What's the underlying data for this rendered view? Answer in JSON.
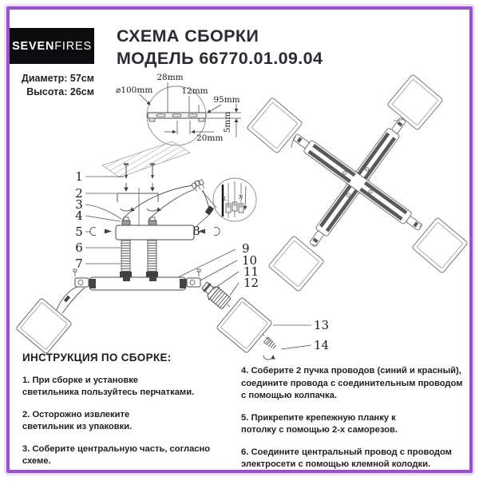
{
  "brand": {
    "logo_bold": "SEVEN",
    "logo_light": "FIRES"
  },
  "header": {
    "title_line1": "СХЕМА СБОРКИ",
    "title_line2": "МОДЕЛЬ 66770.01.09.04",
    "diameter": "Диаметр: 57см",
    "height": "Высота: 26см"
  },
  "diagram": {
    "dims": {
      "d28": "28mm",
      "d100": "⌀100mm",
      "d12": "12mm",
      "d95": "95mm",
      "d20": "20mm",
      "d5": "5mm"
    },
    "callouts": [
      "1",
      "2",
      "3",
      "4",
      "5",
      "6",
      "7",
      "8",
      "9",
      "10",
      "11",
      "12",
      "13",
      "14"
    ],
    "terminal": {
      "l": "L",
      "n": "N"
    }
  },
  "instructions": {
    "heading": "ИНСТРУКЦИЯ ПО СБОРКЕ:",
    "left": [
      {
        "text": "1. При сборке и установке\nсветильника пользуйтесь перчатками."
      },
      {
        "text": "2. Осторожно извлеките\nсветильник из упаковки."
      },
      {
        "text": "3. Соберите центральную часть, согласно схеме."
      }
    ],
    "right": [
      {
        "text": "4. Соберите 2 пучка проводов (синий и красный),\nсоедините провода с соединительным проводом\nс помощью колпачка."
      },
      {
        "text": "5. Прикрепите крепежную планку к\nпотолку с помощью 2-х саморезов."
      },
      {
        "text": "6. Соедините центральный провод с проводом\nэлектросети с помощью клемной колодки."
      }
    ]
  },
  "colors": {
    "accent_border": "#9b4fd1",
    "logo_bg": "#0c0c0e",
    "line": "#4a4a4a"
  }
}
